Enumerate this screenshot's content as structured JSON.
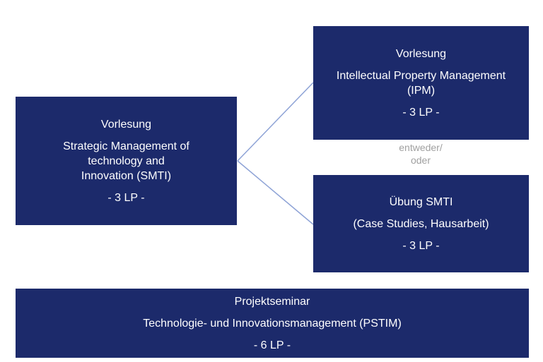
{
  "boxes": {
    "smti_lecture": {
      "type": "Vorlesung",
      "title_line1": "Strategic Management of",
      "title_line2": "technology and",
      "title_line3": "Innovation (SMTI)",
      "credits": "- 3 LP -"
    },
    "ipm_lecture": {
      "type": "Vorlesung",
      "title_line1": "Intellectual Property Management",
      "title_line2": "(IPM)",
      "credits": "- 3 LP -"
    },
    "smti_exercise": {
      "title": "Übung SMTI",
      "subtitle": "(Case Studies, Hausarbeit)",
      "credits": "- 3 LP -"
    },
    "pstim": {
      "type": "Projektseminar",
      "title": "Technologie- und Innovationsmanagement (PSTIM)",
      "credits": "- 6 LP -"
    }
  },
  "choice_label": {
    "line1": "entweder/",
    "line2": "oder"
  },
  "colors": {
    "box_fill": "#1c2a6b",
    "box_text": "#ffffff",
    "connector": "#8ea3d6",
    "choice_text": "#a0a0a0"
  }
}
